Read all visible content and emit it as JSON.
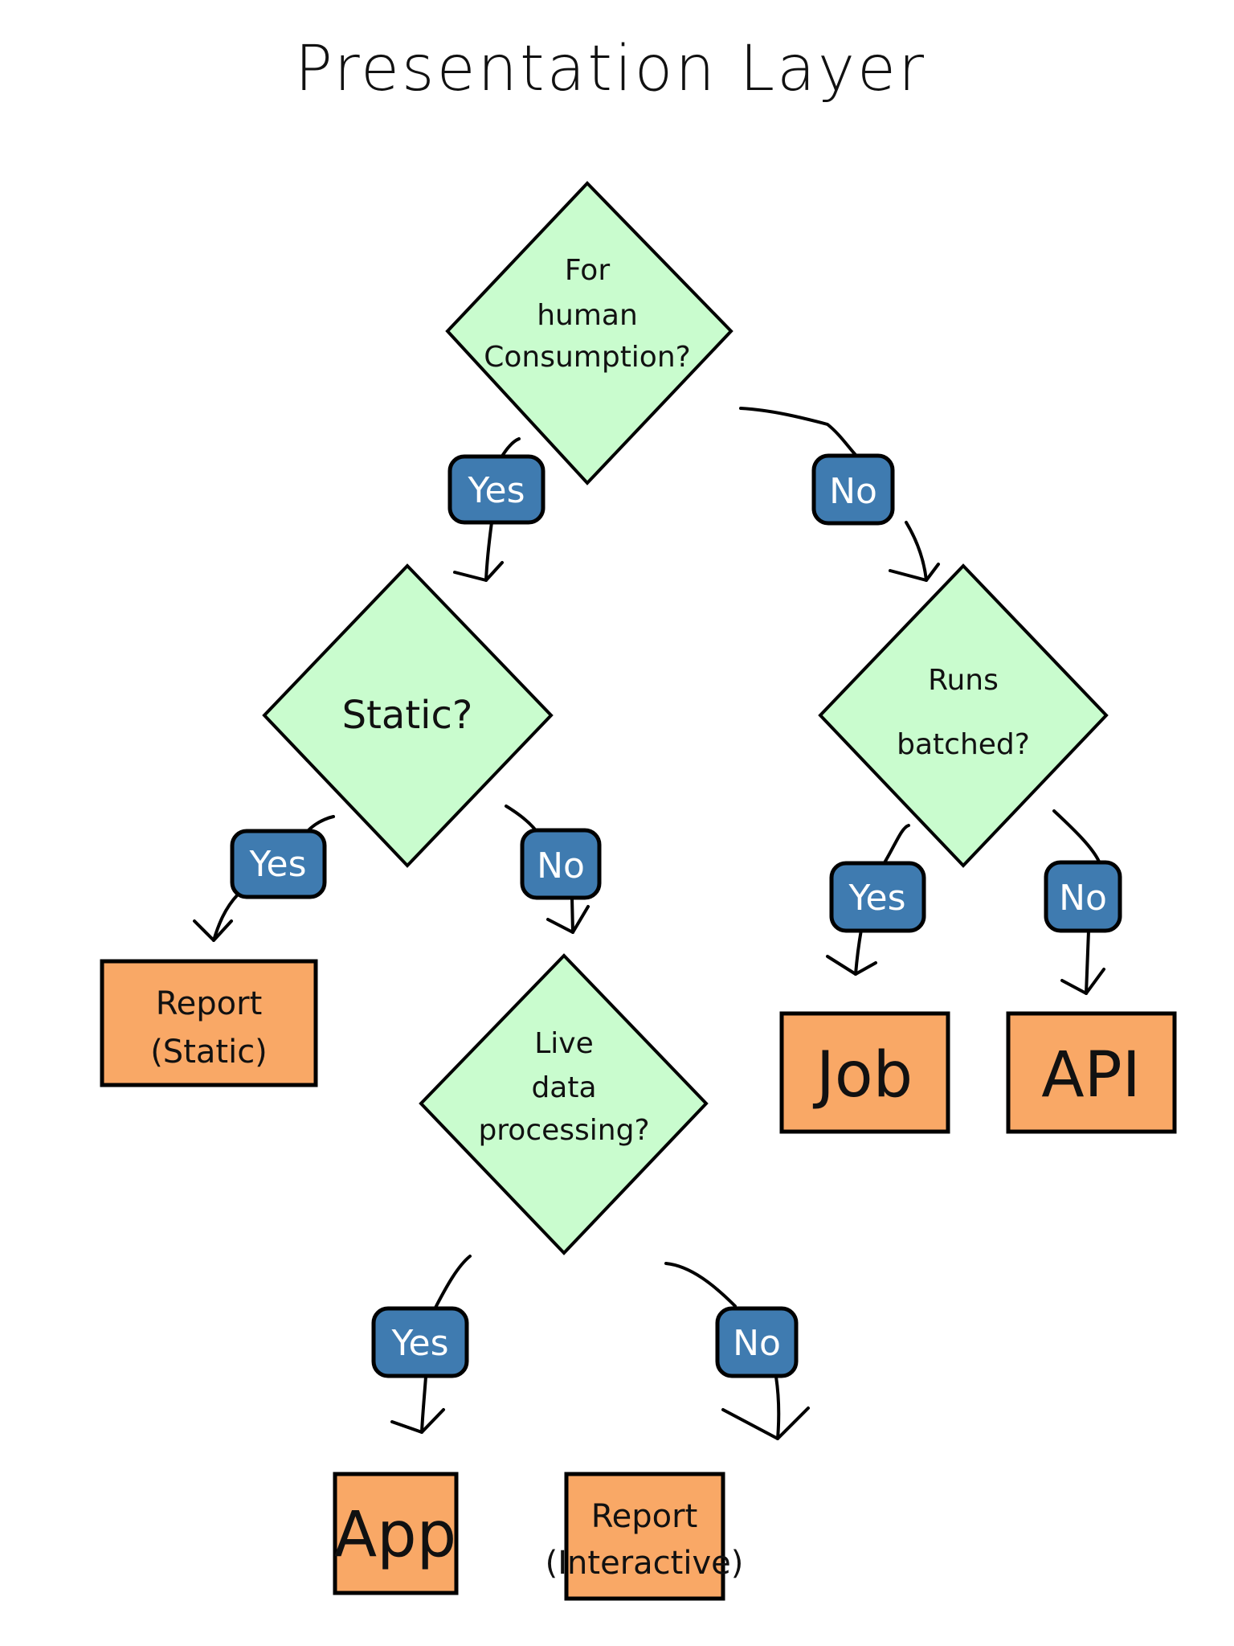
{
  "title": "Presentation Layer",
  "colors": {
    "decision_fill": "#c9fcce",
    "label_fill": "#3f7bb0",
    "outcome_fill": "#f9a866",
    "stroke": "#000000",
    "label_text": "#ffffff"
  },
  "decisions": {
    "human": {
      "lines": [
        "For",
        "human",
        "Consumption?"
      ]
    },
    "static": {
      "lines": [
        "Static?"
      ]
    },
    "batched": {
      "lines": [
        "Runs",
        "batched?"
      ]
    },
    "live": {
      "lines": [
        "Live",
        "data",
        "processing?"
      ]
    }
  },
  "branch_labels": {
    "human_yes": "Yes",
    "human_no": "No",
    "static_yes": "Yes",
    "static_no": "No",
    "batched_yes": "Yes",
    "batched_no": "No",
    "live_yes": "Yes",
    "live_no": "No"
  },
  "outcomes": {
    "report_static": {
      "lines": [
        "Report",
        "(Static)"
      ]
    },
    "job": {
      "lines": [
        "Job"
      ]
    },
    "api": {
      "lines": [
        "API"
      ]
    },
    "app": {
      "lines": [
        "App"
      ]
    },
    "report_interactive": {
      "lines": [
        "Report",
        "(Interactive)"
      ]
    }
  },
  "flow": [
    {
      "from": "human",
      "answer": "Yes",
      "to": "static"
    },
    {
      "from": "human",
      "answer": "No",
      "to": "batched"
    },
    {
      "from": "static",
      "answer": "Yes",
      "to": "report_static"
    },
    {
      "from": "static",
      "answer": "No",
      "to": "live"
    },
    {
      "from": "batched",
      "answer": "Yes",
      "to": "job"
    },
    {
      "from": "batched",
      "answer": "No",
      "to": "api"
    },
    {
      "from": "live",
      "answer": "Yes",
      "to": "app"
    },
    {
      "from": "live",
      "answer": "No",
      "to": "report_interactive"
    }
  ]
}
